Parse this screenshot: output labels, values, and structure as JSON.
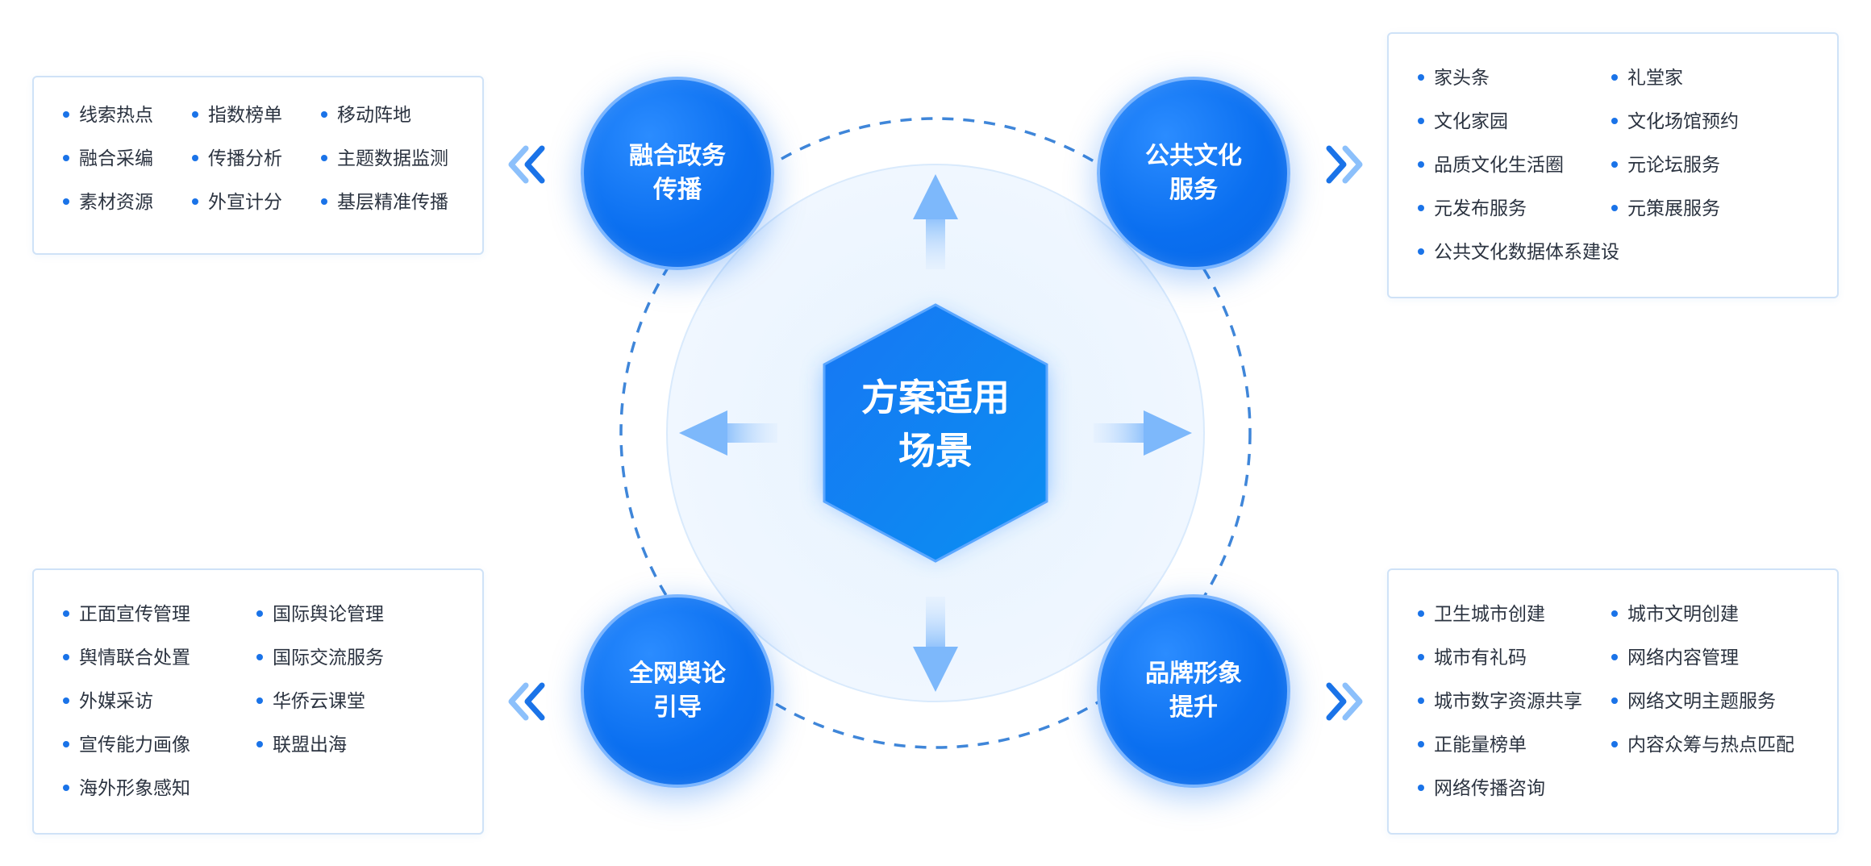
{
  "center": {
    "label": "方案适用\n场景"
  },
  "nodes": {
    "top_left": {
      "label": "融合政务\n传播"
    },
    "top_right": {
      "label": "公共文化\n服务"
    },
    "bottom_left": {
      "label": "全网舆论\n引导"
    },
    "bottom_right": {
      "label": "品牌形象\n提升"
    }
  },
  "panels": {
    "top_left": {
      "items": [
        "线索热点",
        "指数榜单",
        "移动阵地",
        "融合采编",
        "传播分析",
        "主题数据监测",
        "素材资源",
        "外宣计分",
        "基层精准传播"
      ]
    },
    "top_right": {
      "items": [
        "家头条",
        "礼堂家",
        "文化家园",
        "文化场馆预约",
        "品质文化生活圈",
        "元论坛服务",
        "元发布服务",
        "元策展服务",
        "公共文化数据体系建设"
      ]
    },
    "bottom_left": {
      "items": [
        "正面宣传管理",
        "国际舆论管理",
        "舆情联合处置",
        "国际交流服务",
        "外媒采访",
        "华侨云课堂",
        "宣传能力画像",
        "联盟出海",
        "海外形象感知"
      ]
    },
    "bottom_right": {
      "items": [
        "卫生城市创建",
        "城市文明创建",
        "城市有礼码",
        "网络内容管理",
        "城市数字资源共享",
        "网络文明主题服务",
        "正能量榜单",
        "内容众筹与热点匹配",
        "网络传播咨询"
      ]
    }
  },
  "icons": {
    "left_chevrons": "double-chevron-left-icon",
    "right_chevrons": "double-chevron-right-icon",
    "arrows": [
      "arrow-up-icon",
      "arrow-down-icon",
      "arrow-left-icon",
      "arrow-right-icon"
    ]
  },
  "colors": {
    "primary": "#0a6ff0",
    "accent_light": "#7cb6ff",
    "dash": "#3f86d9",
    "panel_border": "#cfe2f7",
    "text": "#2b3340"
  }
}
